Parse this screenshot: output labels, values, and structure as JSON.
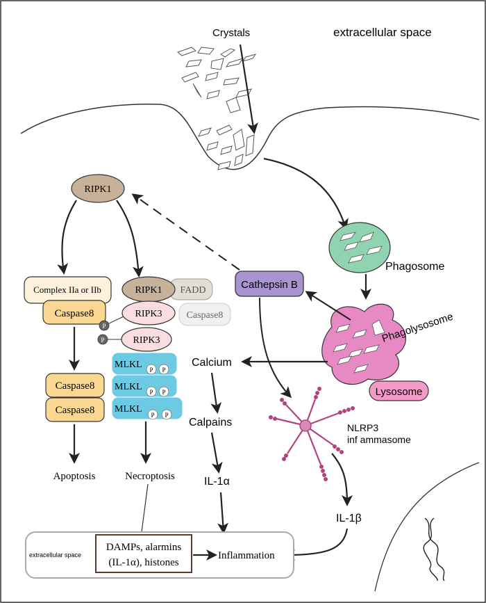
{
  "labels": {
    "crystals": "Crystals",
    "extracellular_space_top": "extracellular space",
    "ripk1_top": "RIPK1",
    "complex": "Complex IIa or IIb",
    "caspase8": "Caspase8",
    "caspase8_a": "Caspase8",
    "caspase8_b": "Caspase8",
    "apoptosis": "Apoptosis",
    "ripk1_necro": "RIPK1",
    "fadd": "FADD",
    "ripk3_a": "RIPK3",
    "ripk3_b": "RIPK3",
    "caspase8_gray": "Caspase8",
    "p": "P",
    "mlkl": "MLKL",
    "necroptosis": "Necroptosis",
    "cathepsin": "Cathepsin B",
    "phagosome": "Phagosome",
    "phagolysosome": "Phagolysosome",
    "lysosome": "Lysosome",
    "calcium": "Calcium",
    "calpains": "Calpains",
    "il1a": "IL-1α",
    "nlrp3": "NLRP3",
    "inflammasome": "inf ammasome",
    "il1b": "IL-1β",
    "extracellular_space_box": "extracellular space",
    "damps_line1": "DAMPs, alarmins",
    "damps_line2": "(IL-1α), histones",
    "inflammation": "Inflammation"
  },
  "colors": {
    "ripk1": "#c7b299",
    "complex": "#fef2dd",
    "caspase8": "#fbd791",
    "ripk3": "#fadde1",
    "mlkl": "#6ccbe3",
    "fadd": "#e3ddd2",
    "cathepsin": "#a894d1",
    "phagosome": "#8fd3b0",
    "phagolysosome": "#e78ac3",
    "lysosome": "#f49ac8",
    "nlrp3": "#b3437e"
  }
}
